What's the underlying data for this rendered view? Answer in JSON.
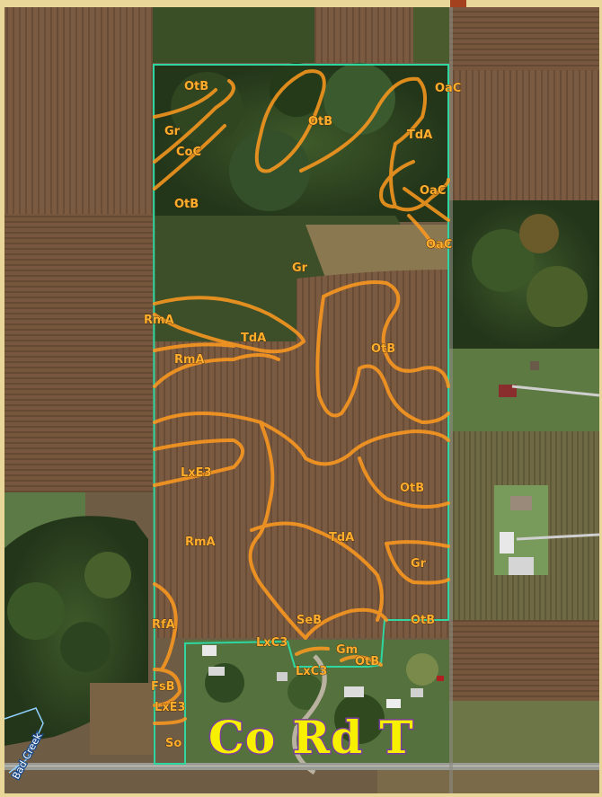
{
  "road_label": "Co Rd T",
  "creek_label": "Bad Creek",
  "colors": {
    "boundary": "#2fd6a0",
    "soil_line": "#ff9a1f",
    "soil_text": "#ffae2e",
    "road_text": "#f7f000",
    "road_outline": "#7a3e9c",
    "frame": "#e9d79a"
  },
  "soil_labels": [
    "OtB",
    "OaC",
    "Gr",
    "CoC",
    "OtB",
    "TdA",
    "OaC",
    "OtB",
    "OaC",
    "Gr",
    "RmA",
    "TdA",
    "RmA",
    "OtB",
    "LxE3",
    "OtB",
    "RmA",
    "TdA",
    "Gr",
    "RfA",
    "SeB",
    "OtB",
    "LxC3",
    "Gm",
    "OtB",
    "LxC3",
    "FsB",
    "LxE3",
    "So"
  ]
}
